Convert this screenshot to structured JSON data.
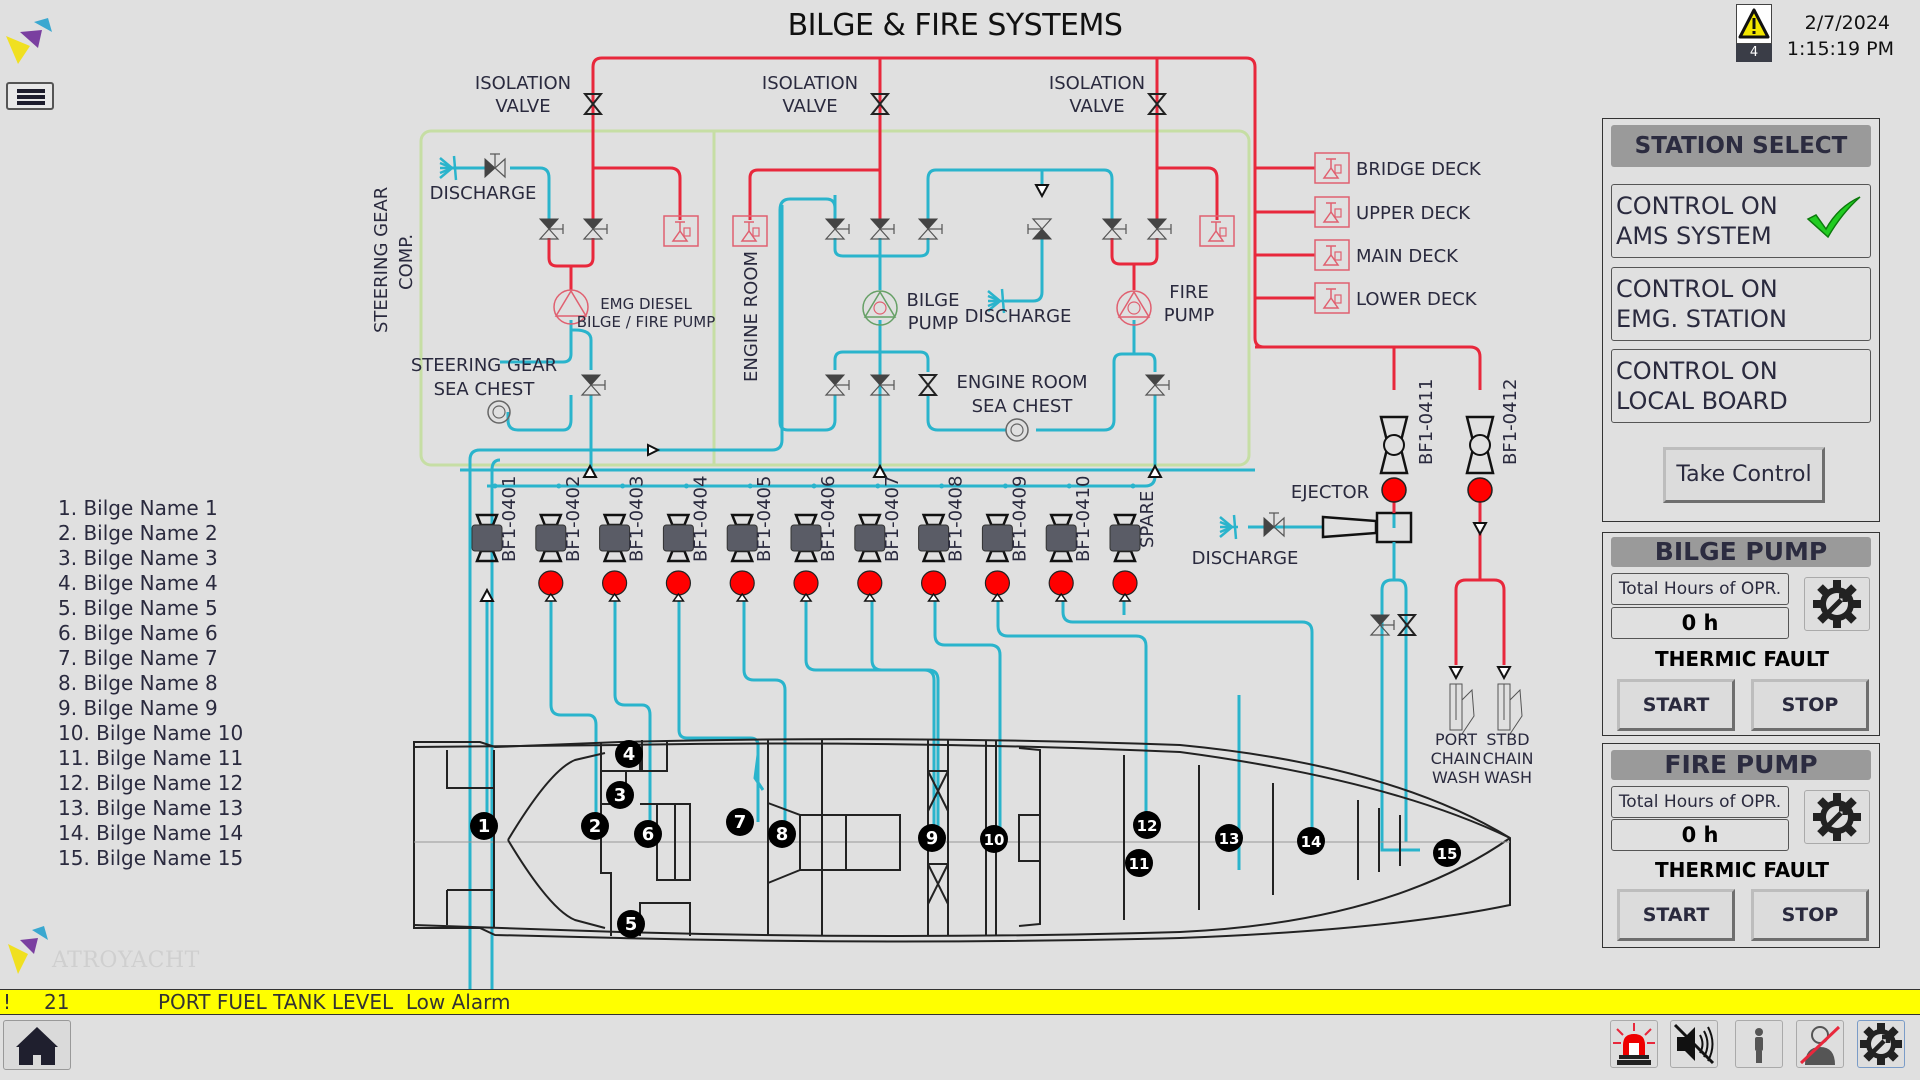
{
  "header": {
    "title": "BILGE & FIRE SYSTEMS",
    "date": "2/7/2024",
    "time": "1:15:19 PM",
    "alarm_count": "4",
    "menu_icon": "hamburger-menu-icon",
    "warning_icon": "warning-triangle-icon"
  },
  "colors": {
    "fire_line": "#e8283c",
    "bilge_line": "#2ab4cc",
    "compartment_border": "#c6dea4",
    "alarm_bar": "#ffff00",
    "valve_status_red": "#ff0000",
    "check_green": "#22cc22"
  },
  "diagram": {
    "isolation_valves": [
      {
        "label_line1": "ISOLATION",
        "label_line2": "VALVE"
      },
      {
        "label_line1": "ISOLATION",
        "label_line2": "VALVE"
      },
      {
        "label_line1": "ISOLATION",
        "label_line2": "VALVE"
      }
    ],
    "compartments": {
      "steering": {
        "line1": "STEERING GEAR",
        "line2": "COMP."
      },
      "engine_room": "ENGINE ROOM"
    },
    "discharge_labels": [
      "DISCHARGE",
      "DISCHARGE",
      "DISCHARGE"
    ],
    "emg_pump": {
      "line1": "EMG DIESEL",
      "line2": "BILGE / FIRE PUMP"
    },
    "steering_sea_chest": {
      "line1": "STEERING GEAR",
      "line2": "SEA CHEST"
    },
    "bilge_pump": {
      "line1": "BILGE",
      "line2": "PUMP"
    },
    "fire_pump": {
      "line1": "FIRE",
      "line2": "PUMP"
    },
    "engine_sea_chest": {
      "line1": "ENGINE ROOM",
      "line2": "SEA CHEST"
    },
    "deck_hydrants": [
      "BRIDGE DECK",
      "UPPER DECK",
      "MAIN DECK",
      "LOWER DECK"
    ],
    "ejector": "EJECTOR",
    "manifold_valves": [
      "BF1-0401",
      "BF1-0402",
      "BF1-0403",
      "BF1-0404",
      "BF1-0405",
      "BF1-0406",
      "BF1-0407",
      "BF1-0408",
      "BF1-0409",
      "BF1-0410",
      "SPARE"
    ],
    "manifold_status": [
      "none",
      "red",
      "red",
      "red",
      "red",
      "red",
      "red",
      "red",
      "red",
      "red",
      "red"
    ],
    "fire_valves": [
      "BF1-0411",
      "BF1-0412"
    ],
    "chain_wash": [
      {
        "line1": "PORT",
        "line2": "CHAIN",
        "line3": "WASH"
      },
      {
        "line1": "STBD",
        "line2": "CHAIN",
        "line3": "WASH"
      }
    ],
    "bilge_points": [
      "1",
      "2",
      "3",
      "4",
      "5",
      "6",
      "7",
      "8",
      "9",
      "10",
      "11",
      "12",
      "13",
      "14",
      "15"
    ]
  },
  "bilge_list": [
    "1. Bilge Name 1",
    "2. Bilge Name 2",
    "3. Bilge Name 3",
    "4. Bilge Name 4",
    "5. Bilge Name 5",
    "6. Bilge Name 6",
    "7. Bilge Name 7",
    "8. Bilge Name 8",
    "9. Bilge Name 9",
    "10. Bilge Name 10",
    "11. Bilge Name 11",
    "12. Bilge Name 12",
    "13. Bilge Name 13",
    "14. Bilge Name 14",
    "15. Bilge Name 15"
  ],
  "station_select": {
    "title": "STATION SELECT",
    "options": [
      {
        "line1": "CONTROL ON",
        "line2": "AMS SYSTEM",
        "selected": true
      },
      {
        "line1": "CONTROL ON",
        "line2": "EMG. STATION",
        "selected": false
      },
      {
        "line1": "CONTROL ON",
        "line2": "LOCAL BOARD",
        "selected": false
      }
    ],
    "take_control_label": "Take Control"
  },
  "bilge_pump_panel": {
    "title": "BILGE PUMP",
    "hours_label": "Total Hours of OPR.",
    "hours_value": "0 h",
    "fault": "THERMIC FAULT",
    "start_label": "START",
    "stop_label": "STOP"
  },
  "fire_pump_panel": {
    "title": "FIRE PUMP",
    "hours_label": "Total Hours of OPR.",
    "hours_value": "0 h",
    "fault": "THERMIC FAULT",
    "start_label": "START",
    "stop_label": "STOP"
  },
  "alarm_bar": {
    "marker": "!",
    "id": "21",
    "message": "PORT FUEL TANK LEVEL  Low Alarm"
  },
  "brand": "ATROYACHT",
  "footer_tools": [
    "siren-icon",
    "mute-icon",
    "user-icon",
    "logout-user-icon",
    "maintenance-gear-icon"
  ]
}
